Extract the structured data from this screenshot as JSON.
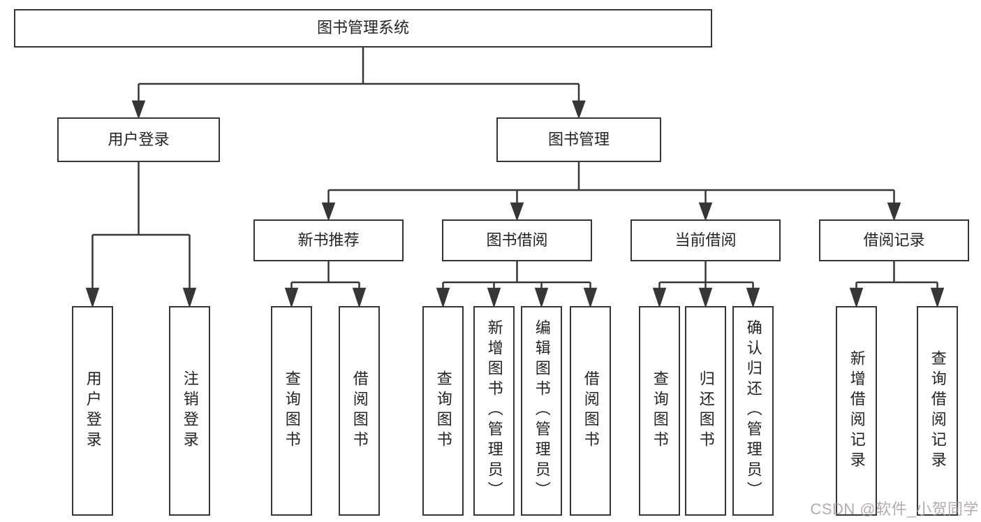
{
  "diagram_title": "图书管理系统",
  "tree": {
    "label": "图书管理系统",
    "children": [
      {
        "label": "用户登录",
        "children": [
          {
            "label": "用户登录"
          },
          {
            "label": "注销登录"
          }
        ]
      },
      {
        "label": "图书管理",
        "children": [
          {
            "label": "新书推荐",
            "children": [
              {
                "label": "查询图书"
              },
              {
                "label": "借阅图书"
              }
            ]
          },
          {
            "label": "图书借阅",
            "children": [
              {
                "label": "查询图书"
              },
              {
                "label": "新增图书（管理员）"
              },
              {
                "label": "编辑图书（管理员）"
              },
              {
                "label": "借阅图书"
              }
            ]
          },
          {
            "label": "当前借阅",
            "children": [
              {
                "label": "查询图书"
              },
              {
                "label": "归还图书"
              },
              {
                "label": "确认归还（管理员）"
              }
            ]
          },
          {
            "label": "借阅记录",
            "children": [
              {
                "label": "新增借阅记录"
              },
              {
                "label": "查询借阅记录"
              }
            ]
          }
        ]
      }
    ]
  },
  "watermark": {
    "text": "CSDN @软件_小贺同学"
  },
  "colors": {
    "line": "#363636",
    "box_border": "#363636",
    "text": "#232323",
    "background": "#ffffff",
    "watermark": "#a89e9e"
  }
}
